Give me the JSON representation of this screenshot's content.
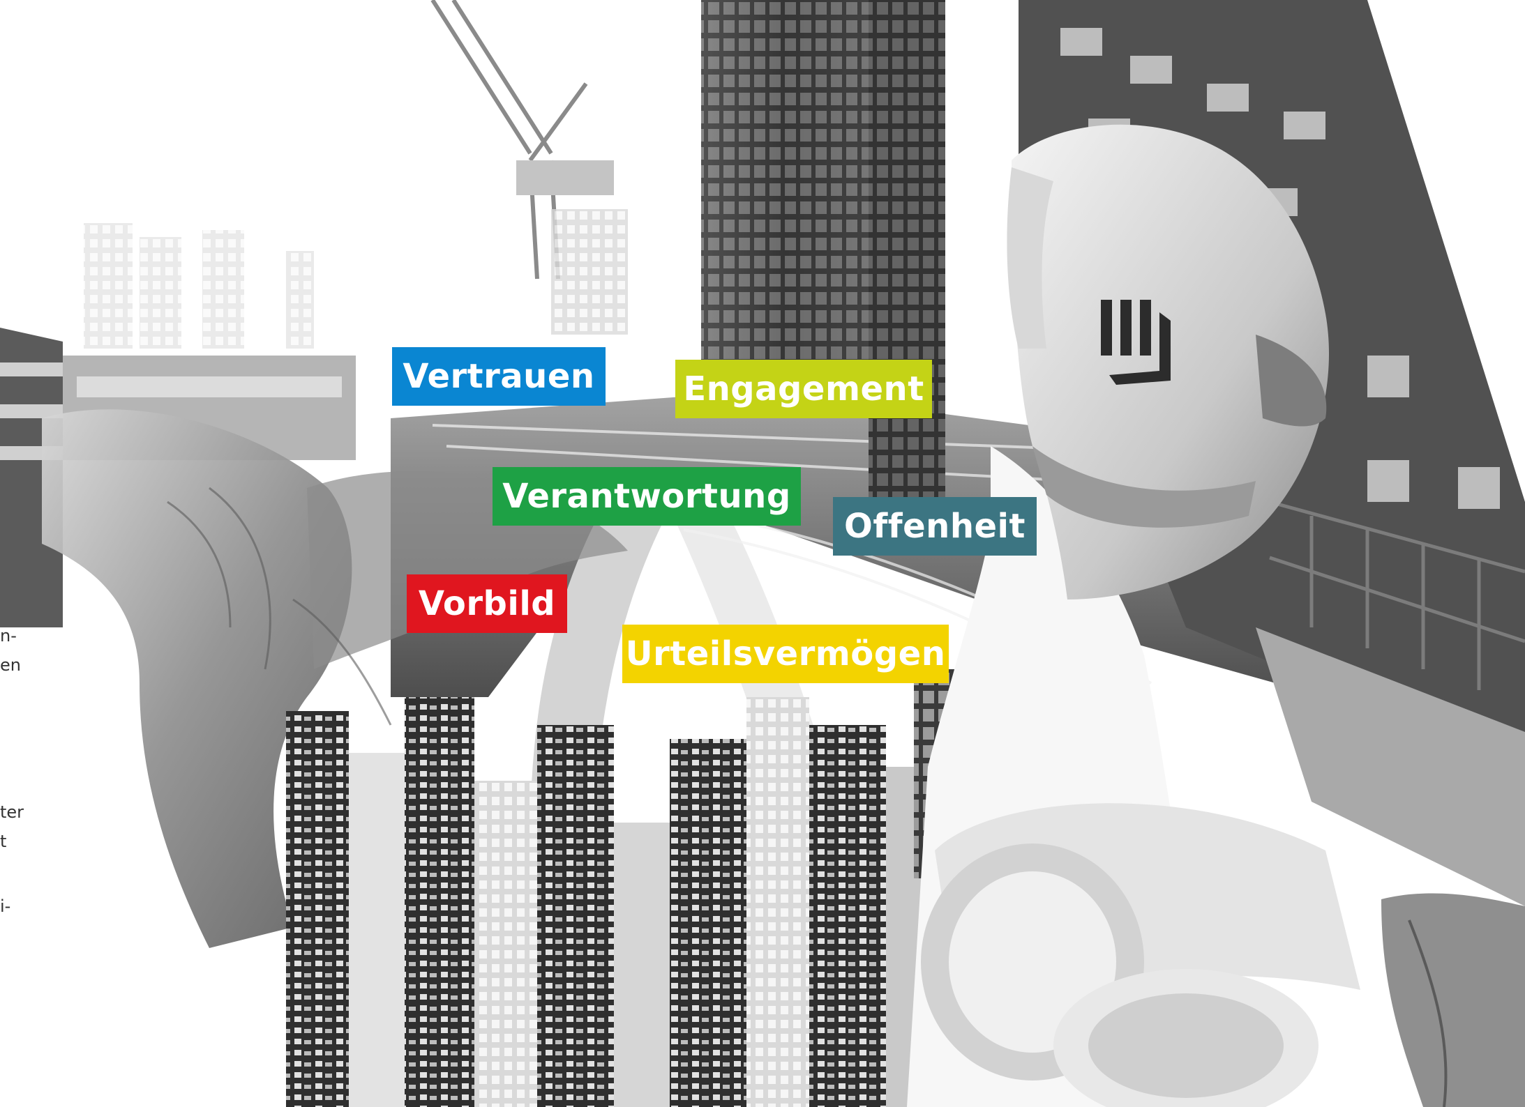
{
  "colors": {
    "vertrauen": "#0a86d2",
    "engagement": "#c4d316",
    "verantwortung": "#1ea145",
    "offenheit": "#3c7582",
    "vorbild": "#e0161f",
    "urteilsvermoegen": "#f3d300"
  },
  "values": {
    "vertrauen": "Vertrauen",
    "engagement": "Engagement",
    "verantwortung": "Verantwortung",
    "offenheit": "Offenheit",
    "vorbild": "Vorbild",
    "urteilsvermoegen": "Urteilsvermögen"
  },
  "left_text_fragments": [
    "n-",
    "en",
    "ter",
    "t",
    "i-"
  ]
}
